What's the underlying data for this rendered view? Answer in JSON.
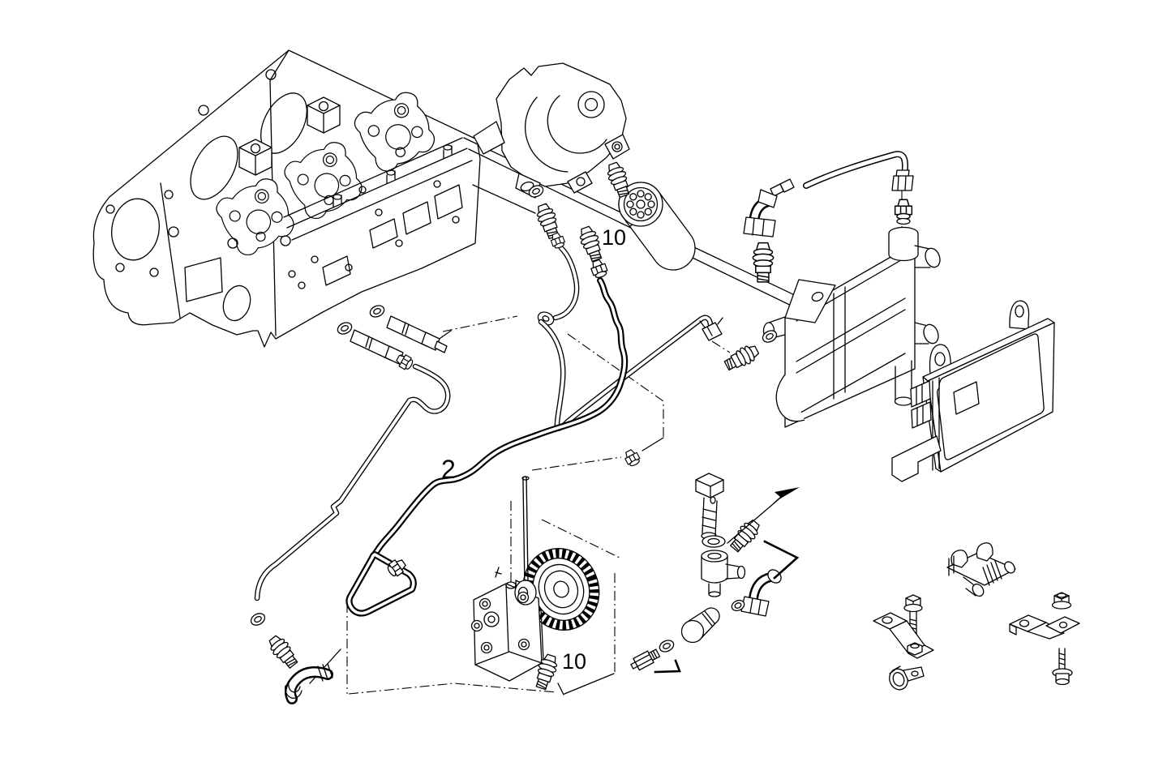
{
  "figure": {
    "type": "exploded-parts-diagram",
    "subject": "diesel engine fuel injection system - fuel lines, filter, high pressure pump, rail bracket and control unit",
    "background_color": "#ffffff",
    "line_color": "#000000"
  },
  "callouts": [
    {
      "id": "callout-2",
      "text": "2"
    },
    {
      "id": "callout-10-top",
      "text": "10"
    },
    {
      "id": "callout-10-bottom",
      "text": "10"
    }
  ],
  "icons": [
    {
      "name": "direction-arrow-icon",
      "meaning": "flow / assembly direction",
      "color": "#000000"
    }
  ],
  "parts": [
    "cylinder-head",
    "injector-feed-screw",
    "sealing-washer",
    "fuel-filter-head",
    "fuel-filter-cartridge",
    "threaded-plug",
    "union-stud",
    "main-fuel-line",
    "fuel-return-line",
    "pressure-pipe-loop",
    "high-pressure-pump",
    "pump-drive-gear",
    "fuel-rail-bracket",
    "electronic-control-unit",
    "banjo-bolt",
    "banjo-union",
    "elbow-fitting",
    "hose-elbow",
    "plug-fitting",
    "hex-nipple",
    "double-pipe-clamp",
    "mounting-bracket",
    "flange-bolt",
    "flange-nut",
    "p-clamp",
    "overflow-valve"
  ]
}
